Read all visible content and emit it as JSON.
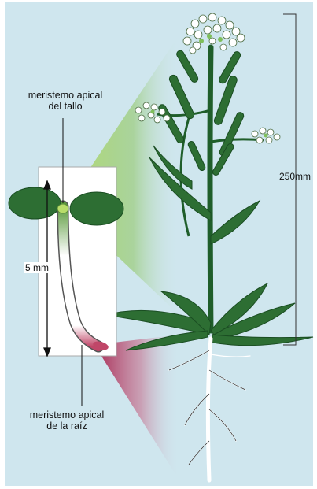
{
  "labels": {
    "shoot_meristem_line1": "meristemo apical",
    "shoot_meristem_line2": "del tallo",
    "root_meristem_line1": "meristemo apical",
    "root_meristem_line2": "de la raíz",
    "seedling_scale": "5 mm",
    "plant_scale": "250mm"
  },
  "colors": {
    "background": "#cfe6ee",
    "leaf_dark": "#1f5e2a",
    "leaf_mid": "#3f8a3c",
    "shoot_zoom_gradient": "#7fc04a",
    "root_zoom_gradient": "#b0305a",
    "root": "#ffffff"
  }
}
